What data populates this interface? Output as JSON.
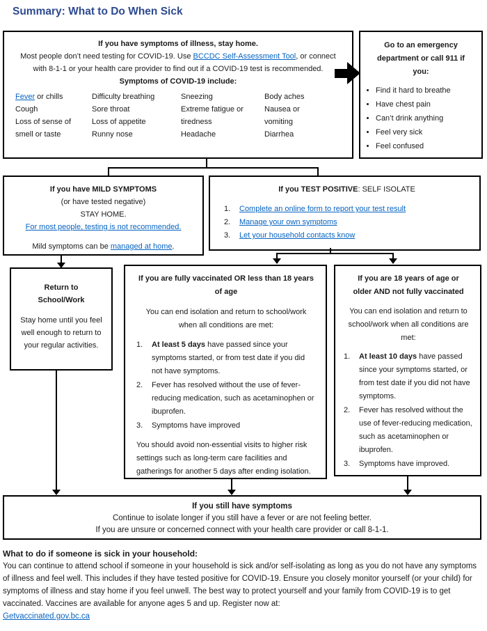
{
  "page": {
    "title": "Summary: What to Do When Sick"
  },
  "colors": {
    "title_blue": "#2e4a8f",
    "link_blue": "#0563c1",
    "border": "#000000"
  },
  "top_box": {
    "heading": "If you have symptoms of illness, stay home.",
    "intro_pre": "Most people don’t need testing for COVID-19. Use ",
    "intro_link": "BCCDC Self-Assessment Tool",
    "intro_post": ", or connect with 8-1-1 or your health care provider to find out if a COVID-19 test is recommended.",
    "symptoms_heading": "Symptoms of COVID-19 include:",
    "fever_link": "Fever",
    "fever_rest": " or chills",
    "col1": [
      "Cough",
      "Loss of sense of",
      "smell or taste"
    ],
    "col2": [
      "Difficulty breathing",
      "Sore throat",
      "Loss of appetite",
      "Runny nose"
    ],
    "col3": [
      "Sneezing",
      "Extreme fatigue or",
      "tiredness",
      "Headache"
    ],
    "col4": [
      "Body aches",
      "Nausea or",
      "vomiting",
      "Diarrhea"
    ]
  },
  "emergency_box": {
    "heading": "Go to an emergency department or call 911 if you:",
    "bullets": [
      "Find it hard to breathe",
      "Have chest pain",
      "Can’t drink anything",
      "Feel very sick",
      "Feel confused"
    ]
  },
  "mild_box": {
    "heading": "If you have MILD SYMPTOMS",
    "line2": "(or have tested negative)",
    "line3": "STAY HOME.",
    "testing_link": "For most people, testing is not recommended.",
    "managed_pre": "Mild symptoms can be ",
    "managed_link": "managed at home",
    "managed_post": "."
  },
  "positive_box": {
    "heading_bold": "If you TEST POSITIVE",
    "heading_rest": ": SELF ISOLATE",
    "steps": [
      {
        "num": "1.",
        "text": "Complete an online form to report your test result"
      },
      {
        "num": "2.",
        "text": "Manage your own symptoms"
      },
      {
        "num": "3.",
        "text": "Let your household contacts know"
      }
    ]
  },
  "return_box": {
    "heading_line1": "Return to",
    "heading_line2": "School/Work",
    "body": "Stay home until you feel well enough to return to your regular activities."
  },
  "vaccinated_box": {
    "heading": "If you are fully vaccinated OR less than 18 years of age",
    "intro": "You can end isolation and return to school/work when all conditions are met:",
    "item1_num": "1.",
    "item1_bold": "At least 5 days",
    "item1_rest": " have passed since your symptoms started, or from test date if you did not have symptoms.",
    "item2_num": "2.",
    "item2": "Fever has resolved without the use of fever-reducing medication, such as acetaminophen or ibuprofen.",
    "item3_num": "3.",
    "item3": "Symptoms have improved",
    "footer": "You should avoid non-essential visits to higher risk settings such as long-term care facilities and gatherings for another 5 days after ending isolation."
  },
  "unvaccinated_box": {
    "heading": "If you are 18 years of age or older AND not fully vaccinated",
    "intro": "You can end isolation and return to school/work when all conditions are met:",
    "item1_num": "1.",
    "item1_bold": "At least 10 days",
    "item1_rest": " have passed since your symptoms started, or from test date if you did not have symptoms.",
    "item2_num": "2.",
    "item2": "Fever has resolved without the use of fever-reducing medication, such as acetaminophen or ibuprofen.",
    "item3_num": "3.",
    "item3": "Symptoms have improved."
  },
  "still_symptoms_box": {
    "heading": "If you still have symptoms",
    "line2": "Continue to isolate longer if you still have a fever or are not feeling better.",
    "line3": "If you are unsure or concerned connect with your health care provider or call 8-1-1."
  },
  "household": {
    "heading": "What to do if someone is sick in your household:",
    "body": "You can continue to attend school if someone in your household is sick and/or self-isolating as long as you do not have any symptoms of illness and feel well. This includes if they have tested positive for COVID-19. Ensure you closely monitor yourself (or your child) for symptoms of illness and stay home if you feel unwell. The best way to protect yourself and your family from COVID-19 is to get vaccinated. Vaccines are available for anyone ages 5 and up. Register now at:",
    "link": "Getvaccinated.gov.bc.ca"
  }
}
